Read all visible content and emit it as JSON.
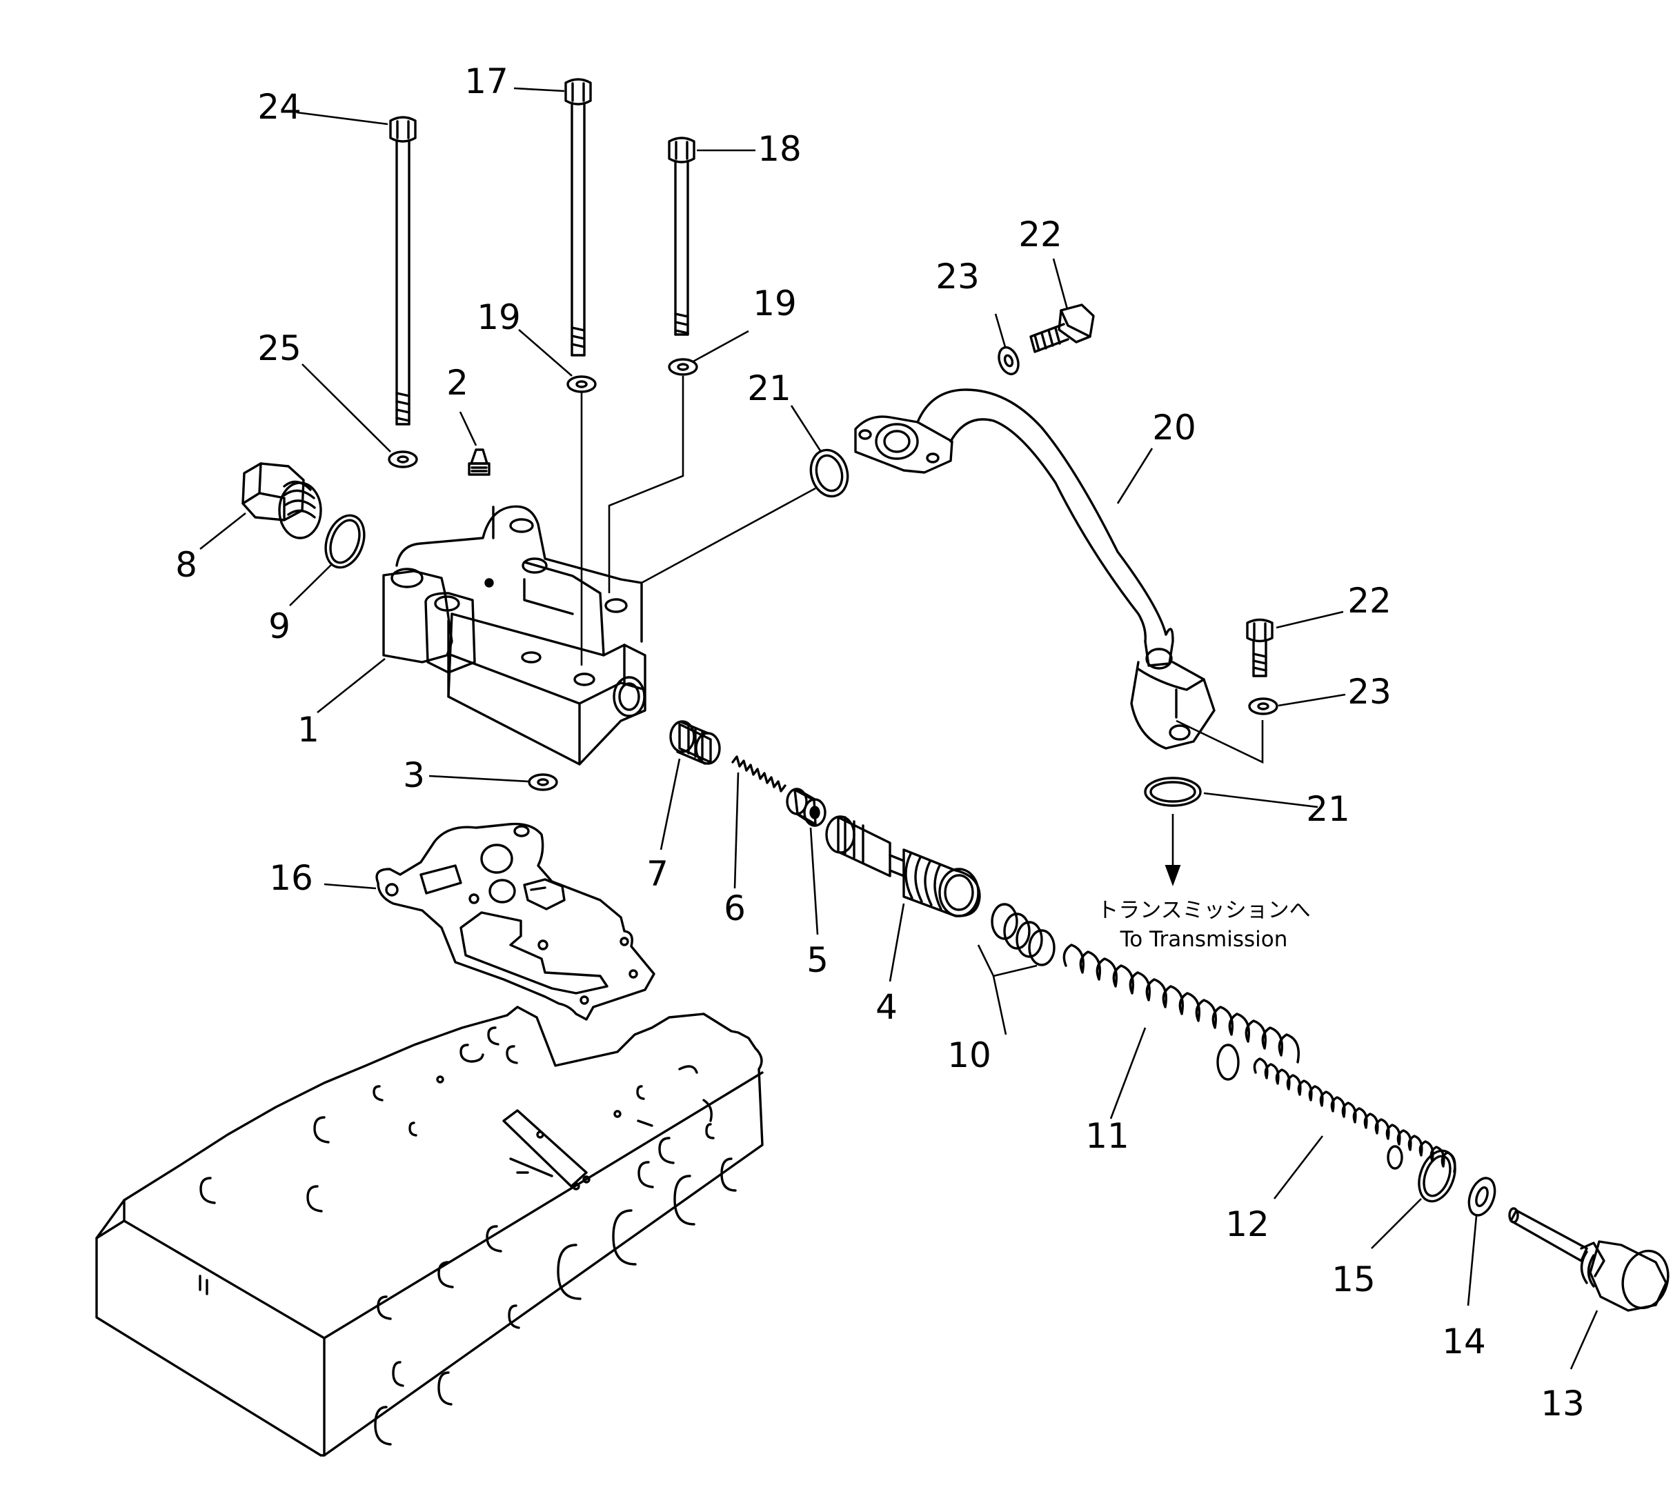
{
  "annotation": {
    "japanese": "トランスミッションへ",
    "english": "To Transmission"
  },
  "callouts": [
    {
      "id": "c1",
      "label": "1"
    },
    {
      "id": "c2",
      "label": "2"
    },
    {
      "id": "c3",
      "label": "3"
    },
    {
      "id": "c4",
      "label": "4"
    },
    {
      "id": "c5",
      "label": "5"
    },
    {
      "id": "c6",
      "label": "6"
    },
    {
      "id": "c7",
      "label": "7"
    },
    {
      "id": "c8",
      "label": "8"
    },
    {
      "id": "c9",
      "label": "9"
    },
    {
      "id": "c10",
      "label": "10"
    },
    {
      "id": "c11",
      "label": "11"
    },
    {
      "id": "c12",
      "label": "12"
    },
    {
      "id": "c13",
      "label": "13"
    },
    {
      "id": "c14",
      "label": "14"
    },
    {
      "id": "c15",
      "label": "15"
    },
    {
      "id": "c16",
      "label": "16"
    },
    {
      "id": "c17",
      "label": "17"
    },
    {
      "id": "c18",
      "label": "18"
    },
    {
      "id": "c19a",
      "label": "19"
    },
    {
      "id": "c19b",
      "label": "19"
    },
    {
      "id": "c20",
      "label": "20"
    },
    {
      "id": "c21a",
      "label": "21"
    },
    {
      "id": "c21b",
      "label": "21"
    },
    {
      "id": "c22a",
      "label": "22"
    },
    {
      "id": "c22b",
      "label": "22"
    },
    {
      "id": "c23a",
      "label": "23"
    },
    {
      "id": "c23b",
      "label": "23"
    },
    {
      "id": "c24",
      "label": "24"
    },
    {
      "id": "c25",
      "label": "25"
    }
  ]
}
